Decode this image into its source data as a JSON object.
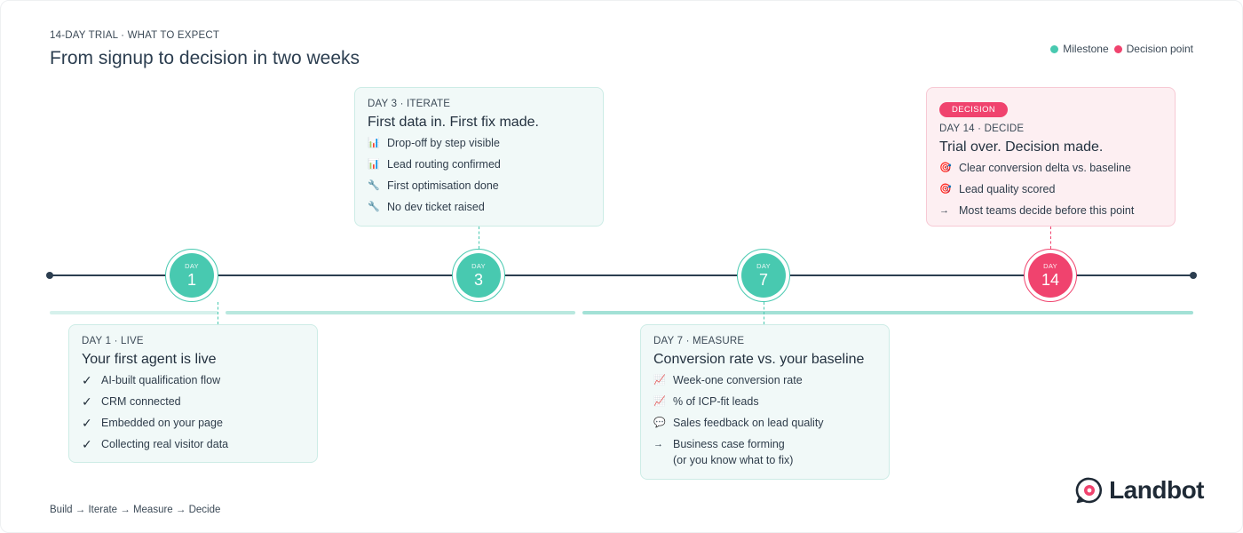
{
  "header": {
    "eyebrow": "14-DAY TRIAL · WHAT TO EXPECT",
    "title": "From signup to decision in two weeks"
  },
  "legend": {
    "milestone": "Milestone",
    "decision": "Decision point",
    "milestone_color": "#48c9b0",
    "decision_color": "#f0436e"
  },
  "nodes": [
    {
      "label": "DAY",
      "num": "1",
      "type": "milestone"
    },
    {
      "label": "DAY",
      "num": "3",
      "type": "milestone"
    },
    {
      "label": "DAY",
      "num": "7",
      "type": "milestone"
    },
    {
      "label": "DAY",
      "num": "14",
      "type": "decision"
    }
  ],
  "cards": {
    "day1": {
      "kicker": "DAY 1 · LIVE",
      "head": "Your first agent is live",
      "items": [
        {
          "icon": "✓",
          "text": "AI-built qualification flow"
        },
        {
          "icon": "✓",
          "text": "CRM connected"
        },
        {
          "icon": "✓",
          "text": "Embedded on your page"
        },
        {
          "icon": "✓",
          "text": "Collecting real visitor data"
        }
      ]
    },
    "day3": {
      "kicker": "DAY 3 · ITERATE",
      "head": "First data in. First fix made.",
      "items": [
        {
          "icon": "📊",
          "text": "Drop-off by step visible"
        },
        {
          "icon": "📊",
          "text": "Lead routing confirmed"
        },
        {
          "icon": "🔧",
          "text": "First optimisation done"
        },
        {
          "icon": "🔧",
          "text": "No dev ticket raised"
        }
      ]
    },
    "day7": {
      "kicker": "DAY 7 · MEASURE",
      "head": "Conversion rate vs. your baseline",
      "items": [
        {
          "icon": "📈",
          "text": "Week-one conversion rate"
        },
        {
          "icon": "📈",
          "text": "% of ICP-fit leads"
        },
        {
          "icon": "💬",
          "text": "Sales feedback on lead quality"
        },
        {
          "icon": "→",
          "text": "Business case forming",
          "sub": "(or you know what to fix)"
        }
      ]
    },
    "day14": {
      "badge": "DECISION",
      "kicker": "DAY 14 · DECIDE",
      "head": "Trial over. Decision made.",
      "items": [
        {
          "icon": "🎯",
          "text": "Clear conversion delta vs. baseline"
        },
        {
          "icon": "🎯",
          "text": "Lead quality scored"
        },
        {
          "icon": "→",
          "text": "Most teams decide before this point"
        }
      ]
    }
  },
  "footer": {
    "flow": "Build → Iterate → Measure → Decide"
  },
  "brand": {
    "name": "Landbot"
  }
}
